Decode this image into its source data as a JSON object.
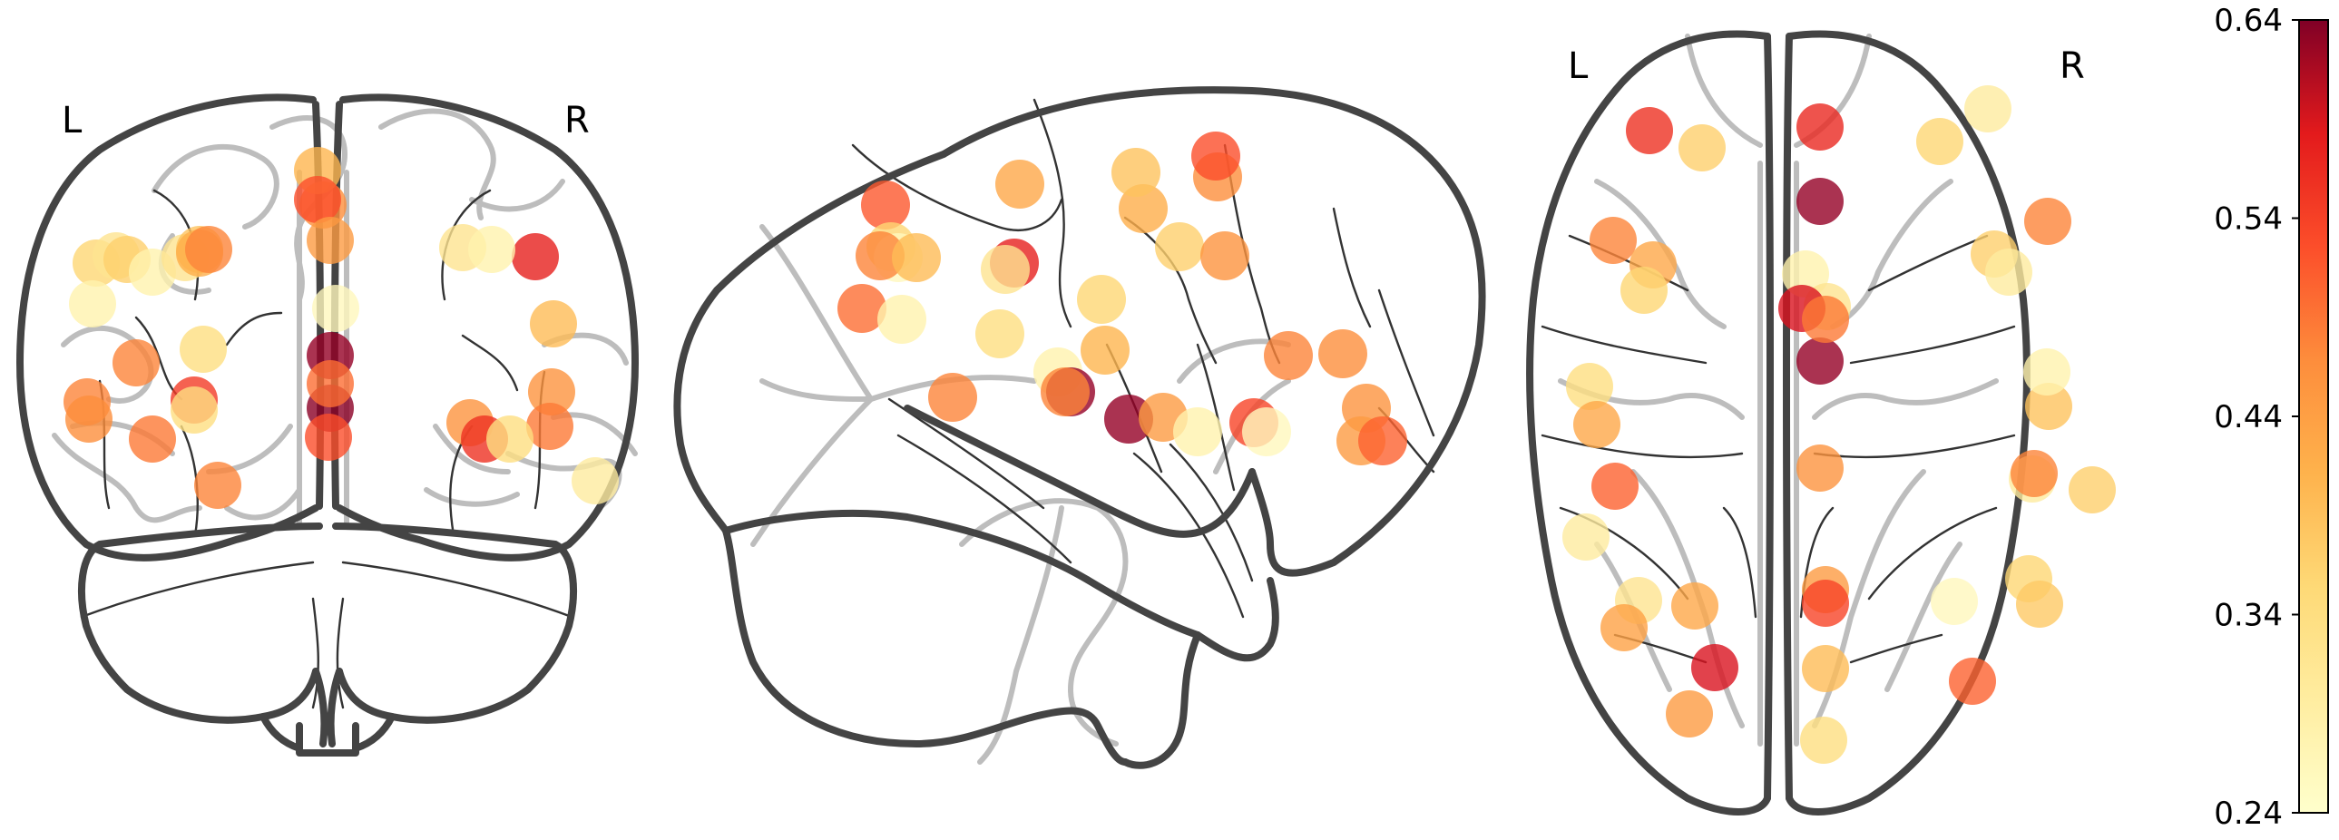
{
  "views": [
    {
      "id": "coronal",
      "left_label": "L",
      "right_label": "R"
    },
    {
      "id": "sagittal"
    },
    {
      "id": "axial",
      "left_label": "L",
      "right_label": "R"
    }
  ],
  "colorbar": {
    "ticks": [
      "0.64",
      "0.54",
      "0.44",
      "0.34",
      "0.24"
    ],
    "min": 0.24,
    "max": 0.64,
    "colormap": [
      "#ffffcc",
      "#fed976",
      "#feb24c",
      "#fd8d3c",
      "#fc4e2a",
      "#e31a1c",
      "#bd0026",
      "#800026"
    ]
  },
  "node_values": {
    "coronal": [
      0.42,
      0.3,
      0.42,
      0.26,
      0.28,
      0.31,
      0.41,
      0.43,
      0.26,
      0.28,
      0.29,
      0.49,
      0.29,
      0.33,
      0.36,
      0.42,
      0.41,
      0.35,
      0.47,
      0.39,
      0.62,
      0.63,
      0.47,
      0.44,
      0.25,
      0.42,
      0.28,
      0.52,
      0.26,
      0.34,
      0.4,
      0.4,
      0.43,
      0.5,
      0.29,
      0.27
    ],
    "sagittal": [
      0.46,
      0.3,
      0.25,
      0.42,
      0.34,
      0.37,
      0.44,
      0.52,
      0.26,
      0.42,
      0.26,
      0.28,
      0.29,
      0.62,
      0.3,
      0.35,
      0.42,
      0.62,
      0.39,
      0.31,
      0.41,
      0.4,
      0.47,
      0.48,
      0.25,
      0.42,
      0.41,
      0.4,
      0.39,
      0.45,
      0.26,
      0.36,
      0.33
    ],
    "axial": [
      0.5,
      0.31,
      0.42,
      0.37,
      0.3,
      0.51,
      0.62,
      0.26,
      0.28,
      0.62,
      0.29,
      0.37,
      0.45,
      0.27,
      0.28,
      0.38,
      0.37,
      0.54,
      0.39,
      0.4,
      0.39,
      0.48,
      0.34,
      0.29,
      0.27,
      0.42,
      0.31,
      0.27,
      0.33,
      0.27,
      0.3,
      0.32,
      0.45,
      0.42,
      0.31,
      0.25,
      0.3,
      0.54,
      0.43,
      0.26
    ]
  }
}
